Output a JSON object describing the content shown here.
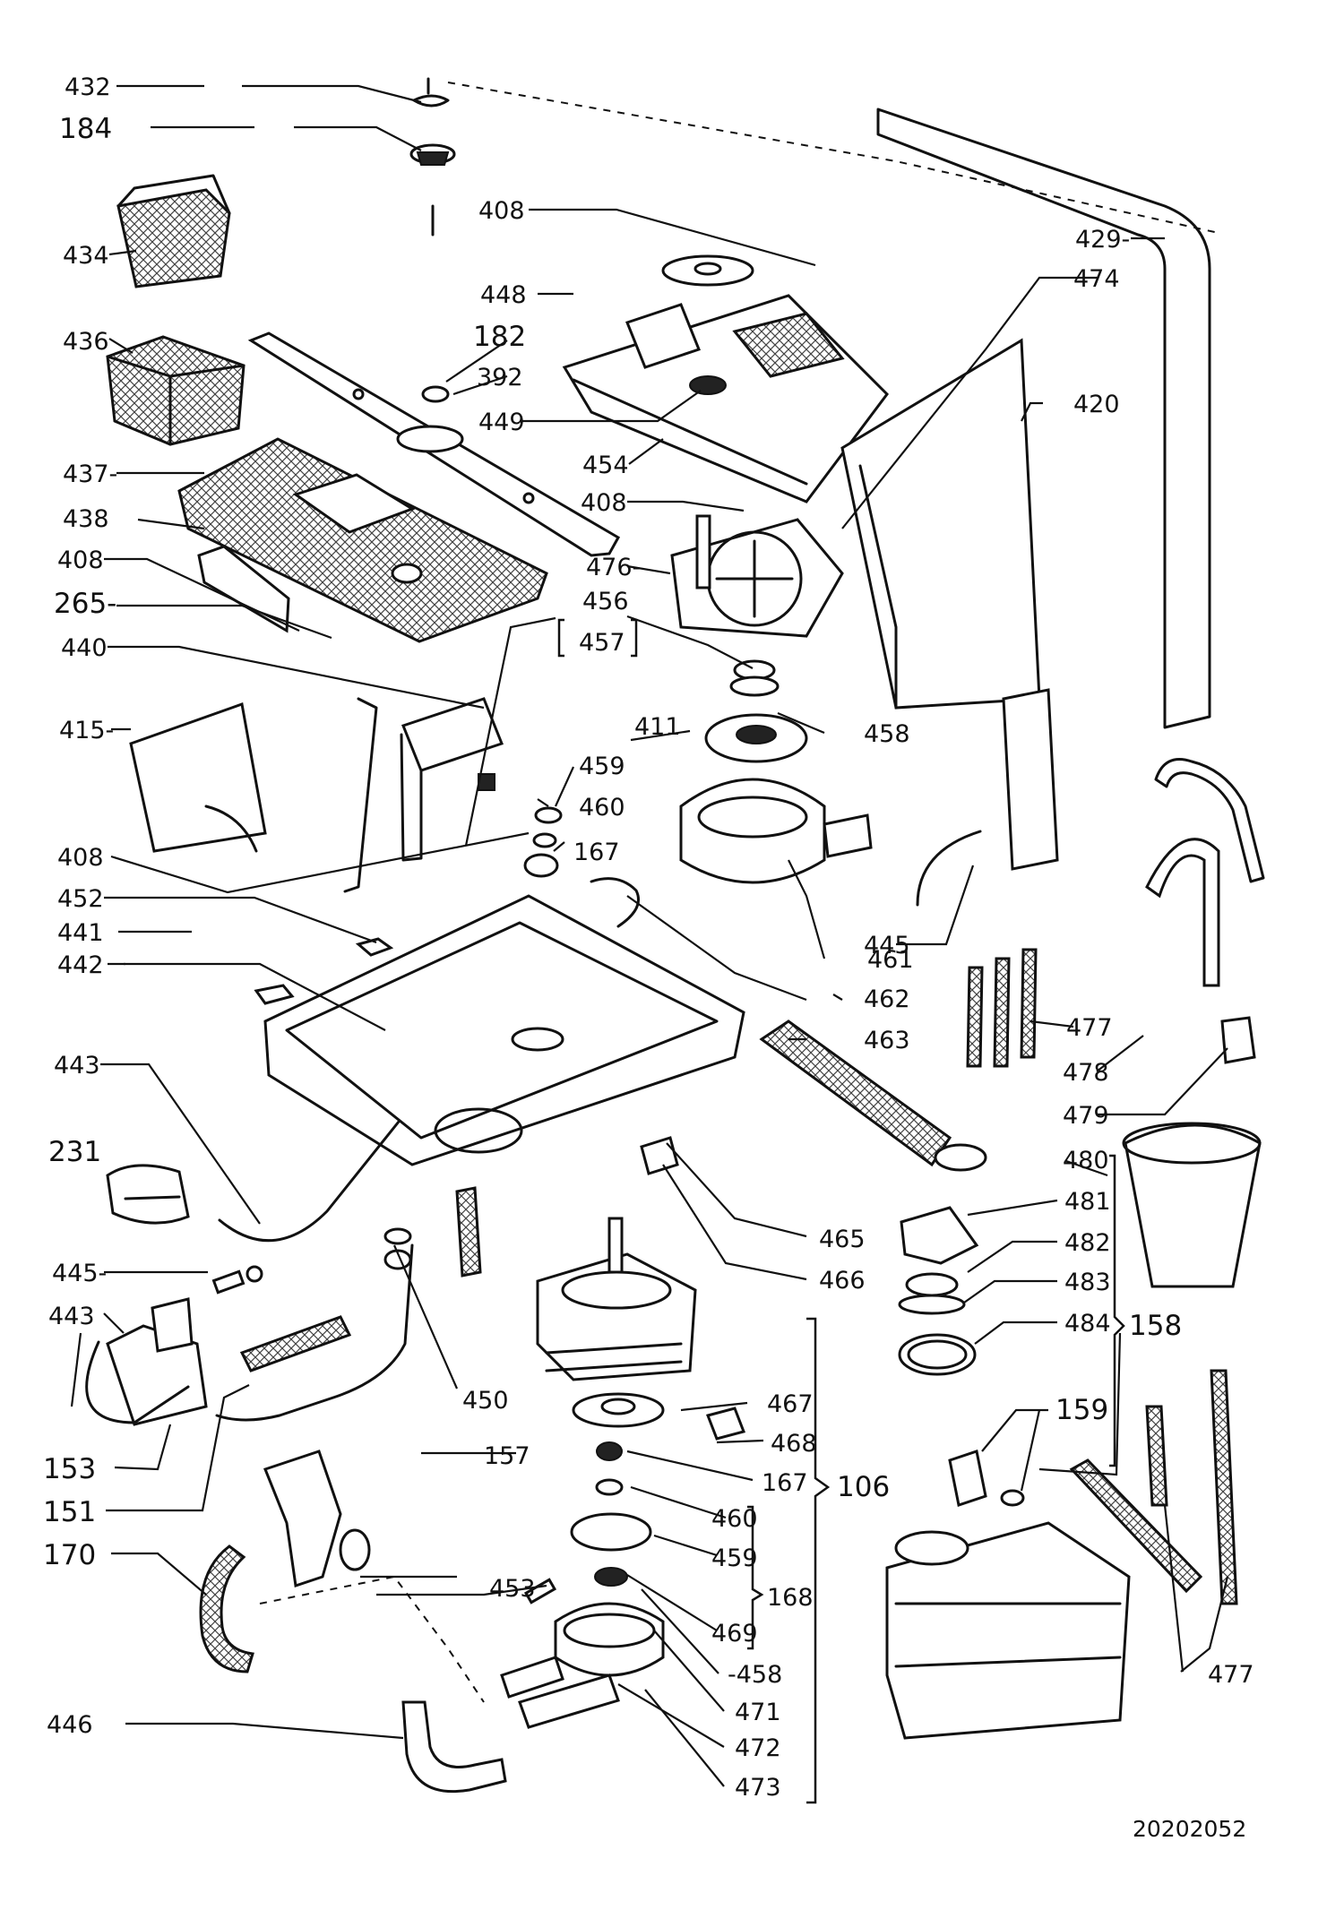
{
  "diagram": {
    "drawing_number": "20202052",
    "labels": {
      "l432": "432",
      "l184": "184",
      "l434": "434",
      "l436": "436",
      "l437": "437-",
      "l438": "438",
      "l408a": "408",
      "l265": "265-",
      "l440": "440",
      "l415": "415-",
      "l408b": "408",
      "l452": "452",
      "l441": "441",
      "l442": "442",
      "l443a": "443",
      "l231": "231",
      "l445a": "445-",
      "l443b": "443",
      "l153": "153",
      "l151": "151",
      "l170": "170",
      "l446": "446",
      "l182": "182",
      "l392": "392",
      "l449": "449",
      "l454": "454",
      "l408c": "408",
      "l408d": "408",
      "l448": "448",
      "l476": "476-",
      "l456": "456",
      "l457": "457",
      "l458a": "458",
      "l411": "411",
      "l459a": "459",
      "l460a": "460",
      "l167a": "167",
      "l461": "461",
      "l462": "462",
      "l463": "463",
      "l465": "465",
      "l466": "466",
      "l450": "450",
      "l157": "157",
      "l453": "453",
      "l467": "467",
      "l468": "468",
      "l167b": "167",
      "l460b": "460",
      "l459b": "459",
      "l168": "168",
      "l469": "469",
      "l458b": "-458",
      "l471": "471",
      "l472": "472",
      "l473": "473",
      "l106": "106",
      "l429": "429-",
      "l474": "474",
      "l420": "420",
      "l445b": "445",
      "l477a": "477",
      "l478": "478",
      "l479": "479",
      "l480": "480",
      "l481": "481",
      "l482": "482",
      "l483": "483",
      "l484": "484",
      "l158": "158",
      "l159": "159",
      "l477b": "477"
    }
  }
}
